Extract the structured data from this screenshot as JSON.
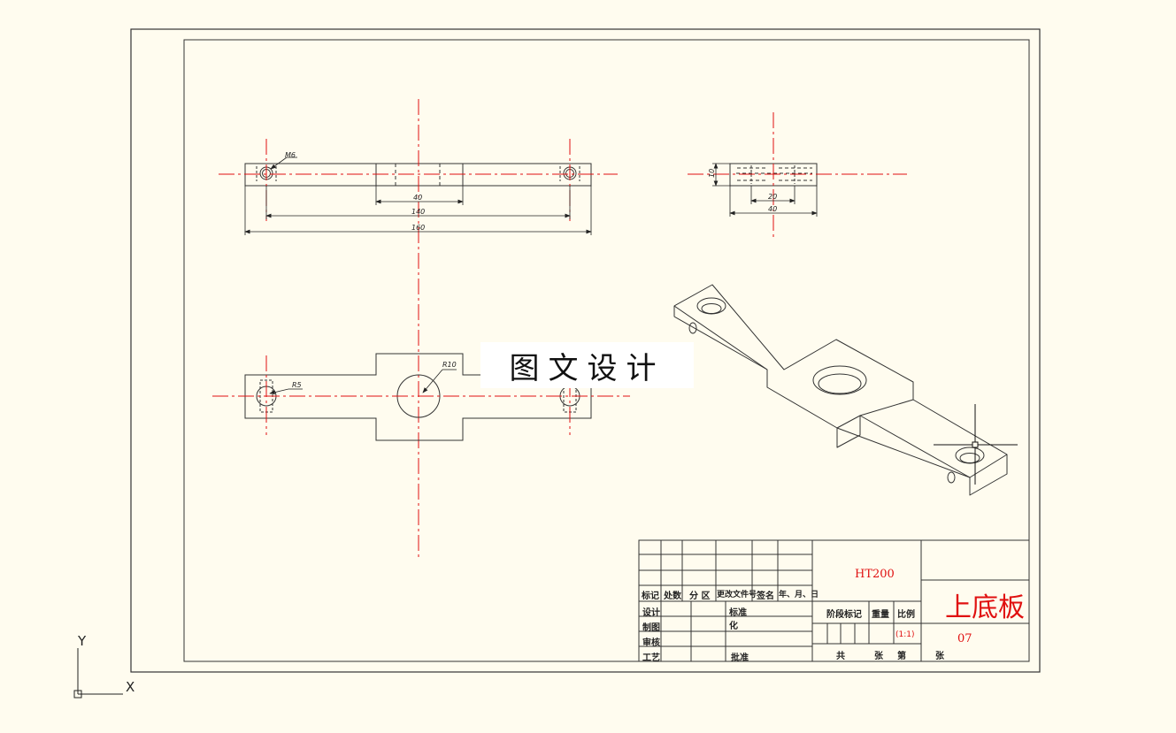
{
  "colors": {
    "background": "#fffcef",
    "outline": "#333333",
    "centerline": "#e01010",
    "dimension": "#222222"
  },
  "dimensions": {
    "m6": "M6",
    "d40_top": "40",
    "d140": "140",
    "d160": "160",
    "d10_side": "10",
    "d20_side": "20",
    "d40_side": "40",
    "r10": "R10",
    "r5": "R5"
  },
  "watermark": "图文设计",
  "axis": {
    "y": "Y",
    "x": "X"
  },
  "title_block": {
    "material": "HT200",
    "part_name": "上底板",
    "drawing_no": "07",
    "scale": "(1:1)",
    "headers": {
      "mark": "标记",
      "count": "处数",
      "zone": "分  区",
      "change_doc": "更改文件号",
      "sign": "签名",
      "date": "年、月、日"
    },
    "roles": {
      "design": "设计",
      "draw": "制图",
      "review": "审核",
      "process": "工艺",
      "standard": "标准",
      "standard2": "化",
      "approve": "批准"
    },
    "labels": {
      "stage": "阶段标记",
      "weight": "重量",
      "ratio": "比例",
      "total": "共",
      "sheets": "张",
      "no": "第",
      "sheets2": "张"
    }
  }
}
